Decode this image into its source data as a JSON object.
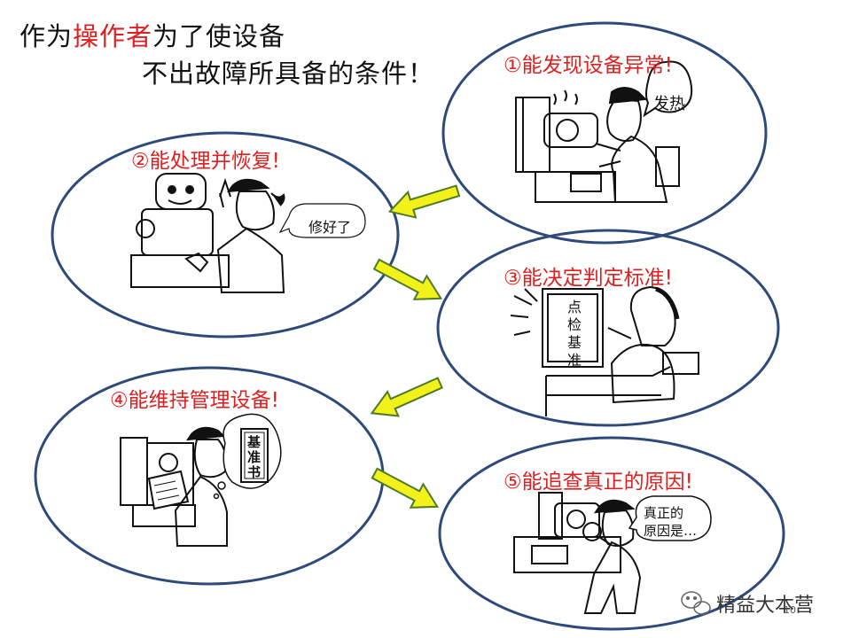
{
  "title": {
    "line1_prefix": "作为",
    "line1_highlight": "操作者",
    "line1_suffix": "为了使设备",
    "line2": "不出故障所具备的条件！"
  },
  "steps": [
    {
      "caption": "①能发现设备异常!",
      "speech": "发热"
    },
    {
      "caption": "②能处理并恢复!",
      "speech": "修好了"
    },
    {
      "caption": "③能决定判定标准!",
      "board": [
        "点",
        "检",
        "基",
        "准"
      ]
    },
    {
      "caption": "④能维持管理设备!",
      "board": [
        "基",
        "准",
        "书"
      ]
    },
    {
      "caption": "⑤能追查真正的原因!",
      "speech_lines": [
        "真正的",
        "原因是…"
      ]
    }
  ],
  "watermark": "精益大本营",
  "page_number": "10",
  "colors": {
    "highlight": "#e02020",
    "ellipse_stroke": "#2e4a7a",
    "arrow_fill": "#f2f21a",
    "arrow_stroke": "#4f7a28"
  }
}
